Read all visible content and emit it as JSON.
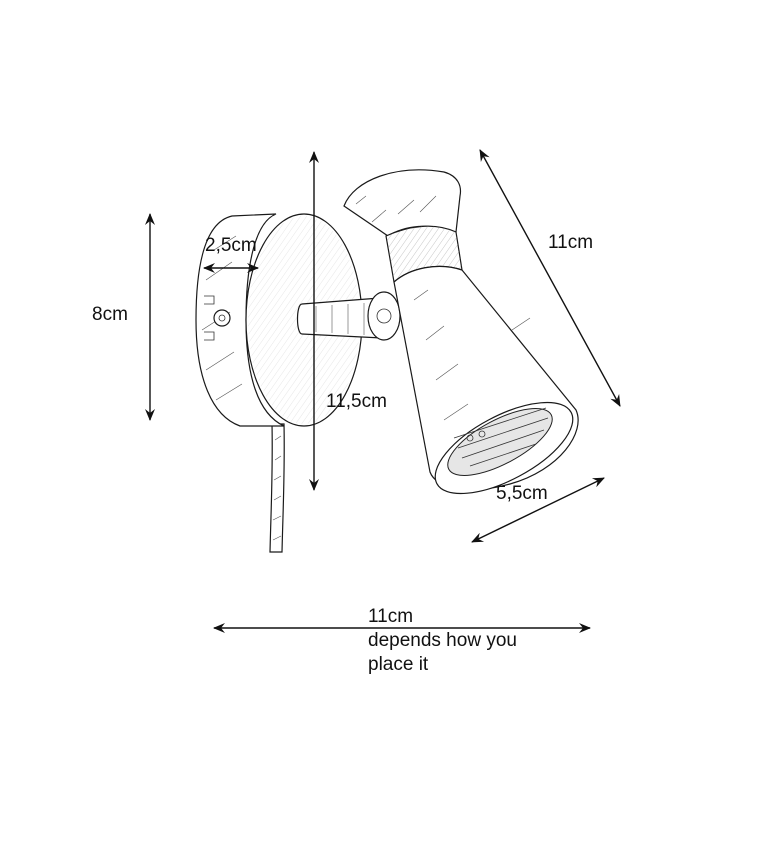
{
  "dimensions": {
    "backplate_height": "8cm",
    "backplate_depth": "2,5cm",
    "total_height": "11,5cm",
    "shade_length": "11cm",
    "shade_diameter": "5,5cm",
    "total_width": "11cm",
    "total_width_note_line1": "depends how you",
    "total_width_note_line2": "place it"
  },
  "colors": {
    "ink": "#111111",
    "background": "#ffffff"
  }
}
